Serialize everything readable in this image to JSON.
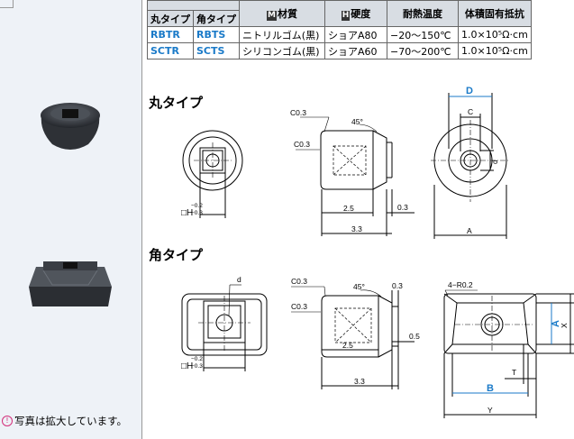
{
  "caption": "写真は拡大しています。",
  "table": {
    "headers": [
      "材質",
      "硬度",
      "耐熱温度",
      "体積固有抵抗"
    ],
    "header_icons": [
      "M",
      "H"
    ],
    "subheaders": [
      "丸タイプ",
      "角タイプ"
    ],
    "rows": [
      {
        "round": "RBTR",
        "square": "RBTS",
        "material": "ニトリルゴム(黒)",
        "hardness": "ショアA80",
        "temp": "−20〜150℃",
        "resist": "1.0×10⁵Ω·cm"
      },
      {
        "round": "SCTR",
        "square": "SCTS",
        "material": "シリコンゴム(黒)",
        "hardness": "ショアA60",
        "temp": "−70〜200℃",
        "resist": "1.0×10⁵Ω·cm"
      }
    ]
  },
  "round": {
    "title": "丸タイプ",
    "labels": {
      "c03a": "C0.3",
      "c03b": "C0.3",
      "angle": "45°",
      "w25": "2.5",
      "w33": "3.3",
      "w03": "0.3",
      "tol_top": "−0.2",
      "tol_bot": "−0.3",
      "h": "□H",
      "D": "D",
      "C": "C",
      "d": "d",
      "A": "A"
    }
  },
  "square": {
    "title": "角タイプ",
    "labels": {
      "d": "d",
      "c03a": "C0.3",
      "c03b": "C0.3",
      "angle": "45°",
      "w03": "0.3",
      "w25": "2.5",
      "w05": "0.5",
      "w33": "3.3",
      "tol_top": "−0.2",
      "tol_bot": "−0.3",
      "h": "□H",
      "r": "4−R0.2",
      "A": "A",
      "X": "X",
      "T": "T",
      "B": "B",
      "Y": "Y"
    }
  }
}
